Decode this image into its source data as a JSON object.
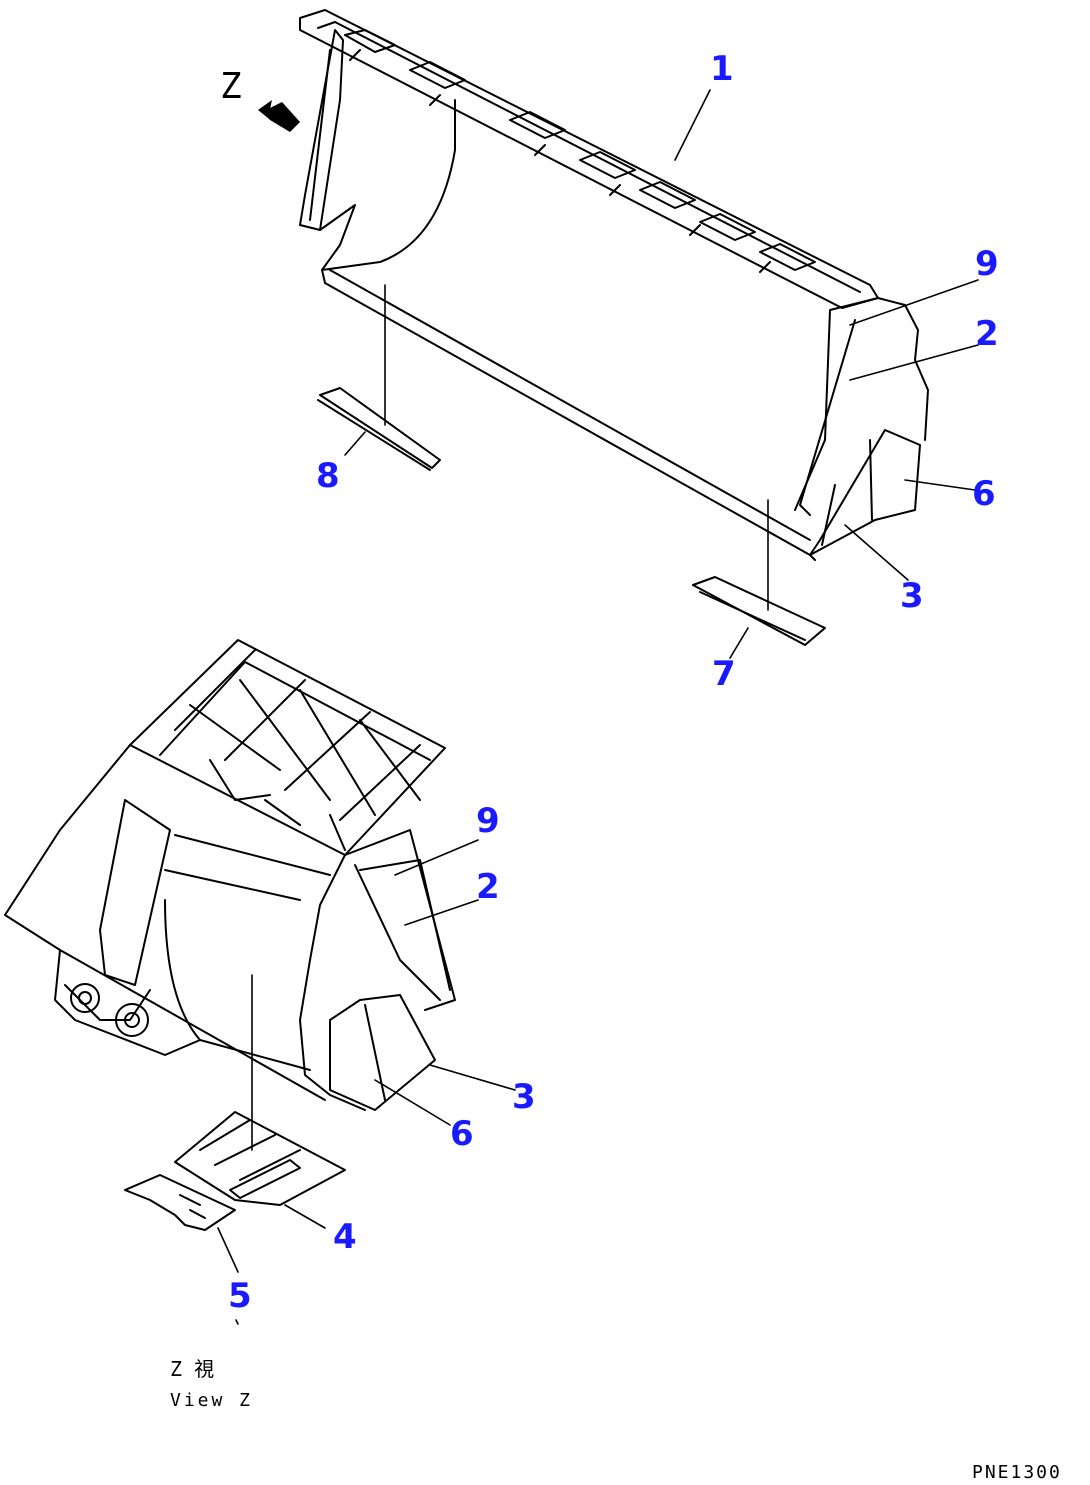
{
  "drawing_code": "PNE1300",
  "view_marker": "Z",
  "view_caption_jp": "Z 視",
  "view_caption_en": "View Z",
  "callouts": {
    "c1": "1",
    "c2a": "2",
    "c2b": "2",
    "c3a": "3",
    "c3b": "3",
    "c4": "4",
    "c5": "5",
    "c6a": "6",
    "c6b": "6",
    "c7": "7",
    "c8": "8",
    "c9a": "9",
    "c9b": "9"
  },
  "colors": {
    "callout": "#1a1aff",
    "line": "#000000",
    "background": "#ffffff"
  }
}
